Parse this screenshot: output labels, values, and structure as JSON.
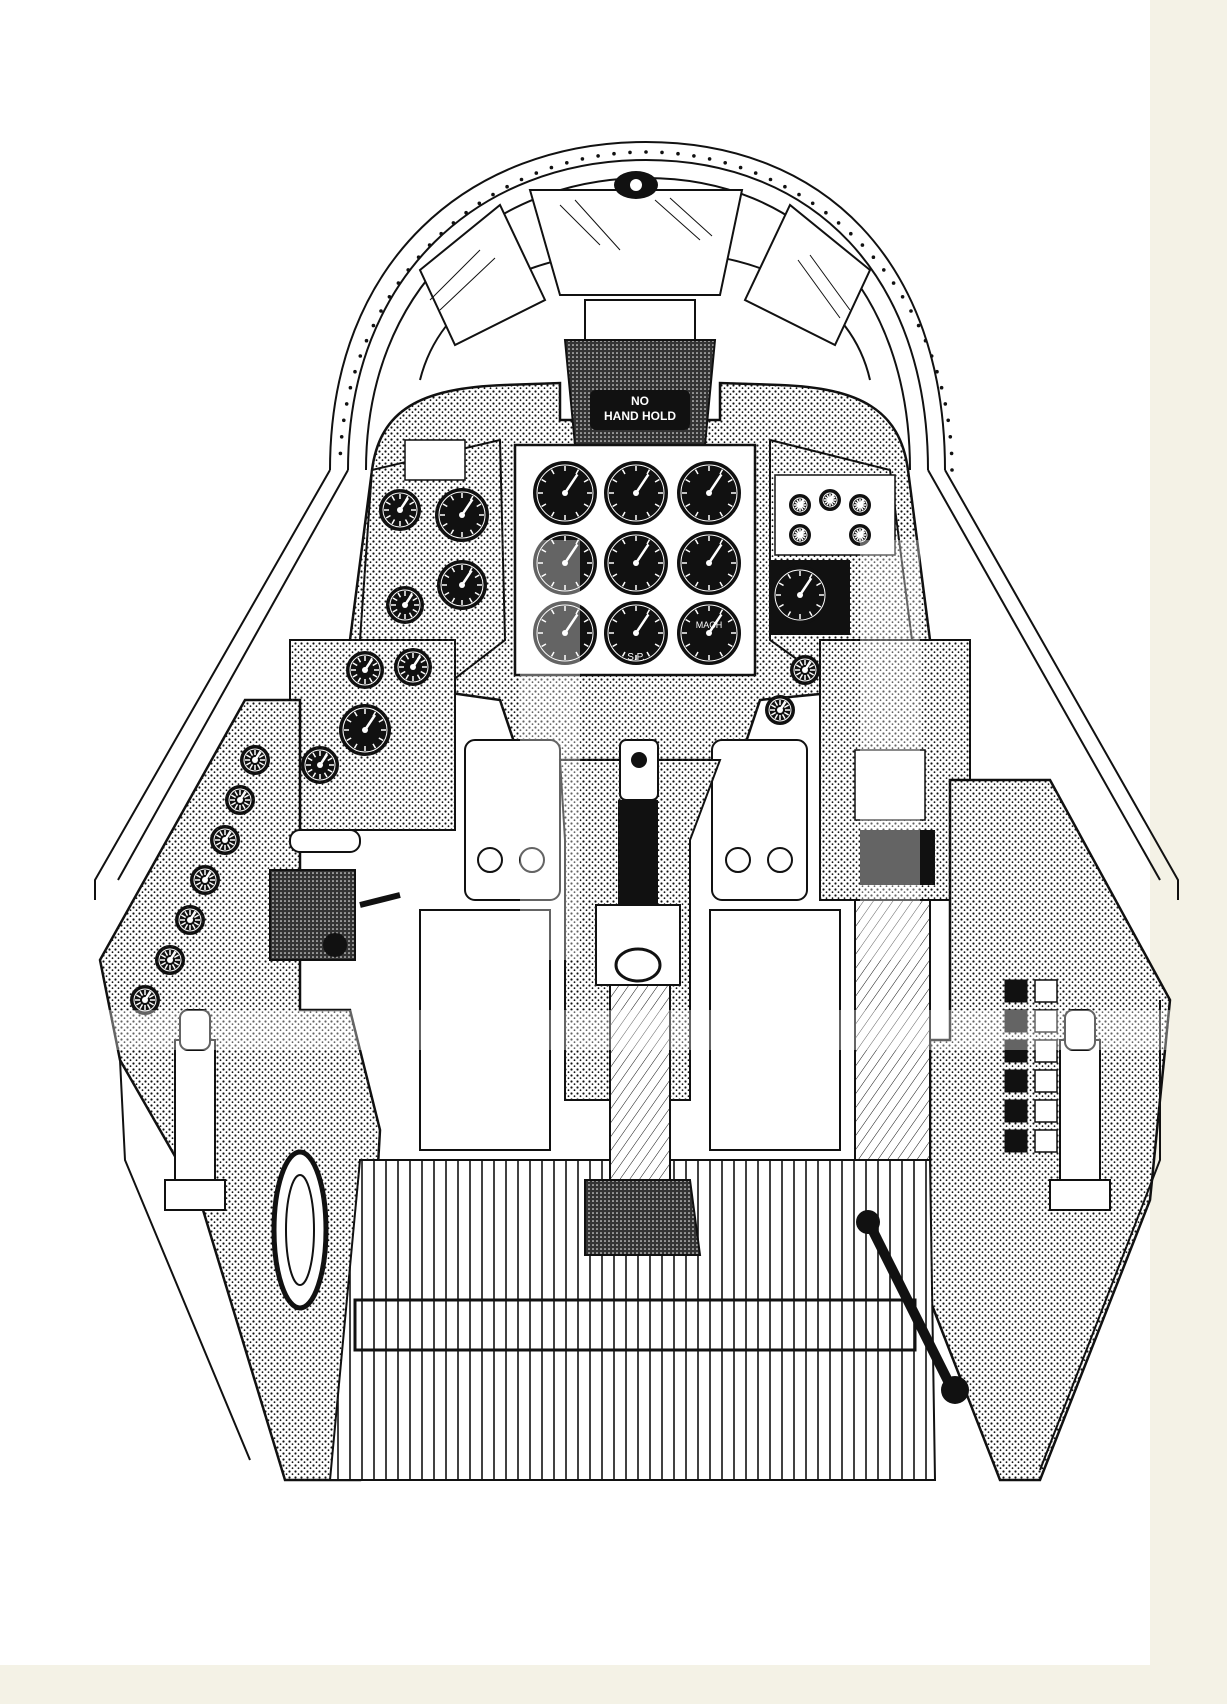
{
  "illustration": {
    "subject": "cockpit cutaway line drawing",
    "ink_color": "#111111",
    "paper_color": "#ffffff",
    "edge_tint": "#f2f0e4",
    "placard_text": [
      "NO",
      "HAND HOLD"
    ],
    "gauge_labels": {
      "airspeed": "S.P.",
      "mach": "MACH"
    }
  }
}
